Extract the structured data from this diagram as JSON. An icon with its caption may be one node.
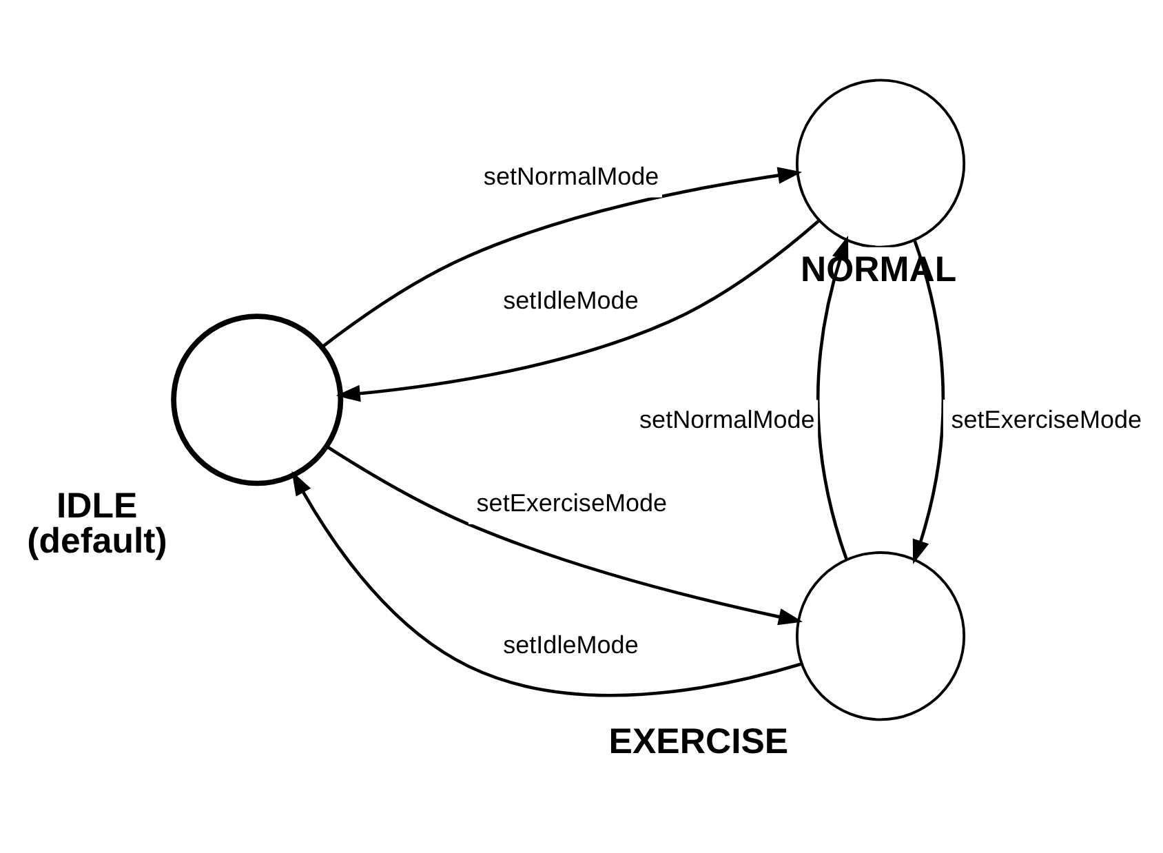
{
  "diagram": {
    "nodes": [
      {
        "text": [
          "IDLE",
          "(default)"
        ]
      },
      {
        "text": [
          "EXERCISE"
        ]
      },
      {
        "text": [
          "NORMAL"
        ]
      }
    ],
    "edges": [
      {
        "from": 0,
        "to": 1,
        "arrow": "to",
        "label": "setExerciseMode"
      },
      {
        "from": 1,
        "to": 0,
        "arrow": "to",
        "label": "setIdleMode"
      },
      {
        "from": 2,
        "to": 1,
        "arrow": "to",
        "label": "setExerciseMode"
      },
      {
        "from": 1,
        "to": 2,
        "arrow": "to",
        "label": "setNormalMode"
      },
      {
        "from": 2,
        "to": 0,
        "arrow": "to",
        "label": "setIdleMode"
      },
      {
        "from": 0,
        "to": 2,
        "arrow": "to",
        "label": "setNormalMode"
      }
    ]
  }
}
